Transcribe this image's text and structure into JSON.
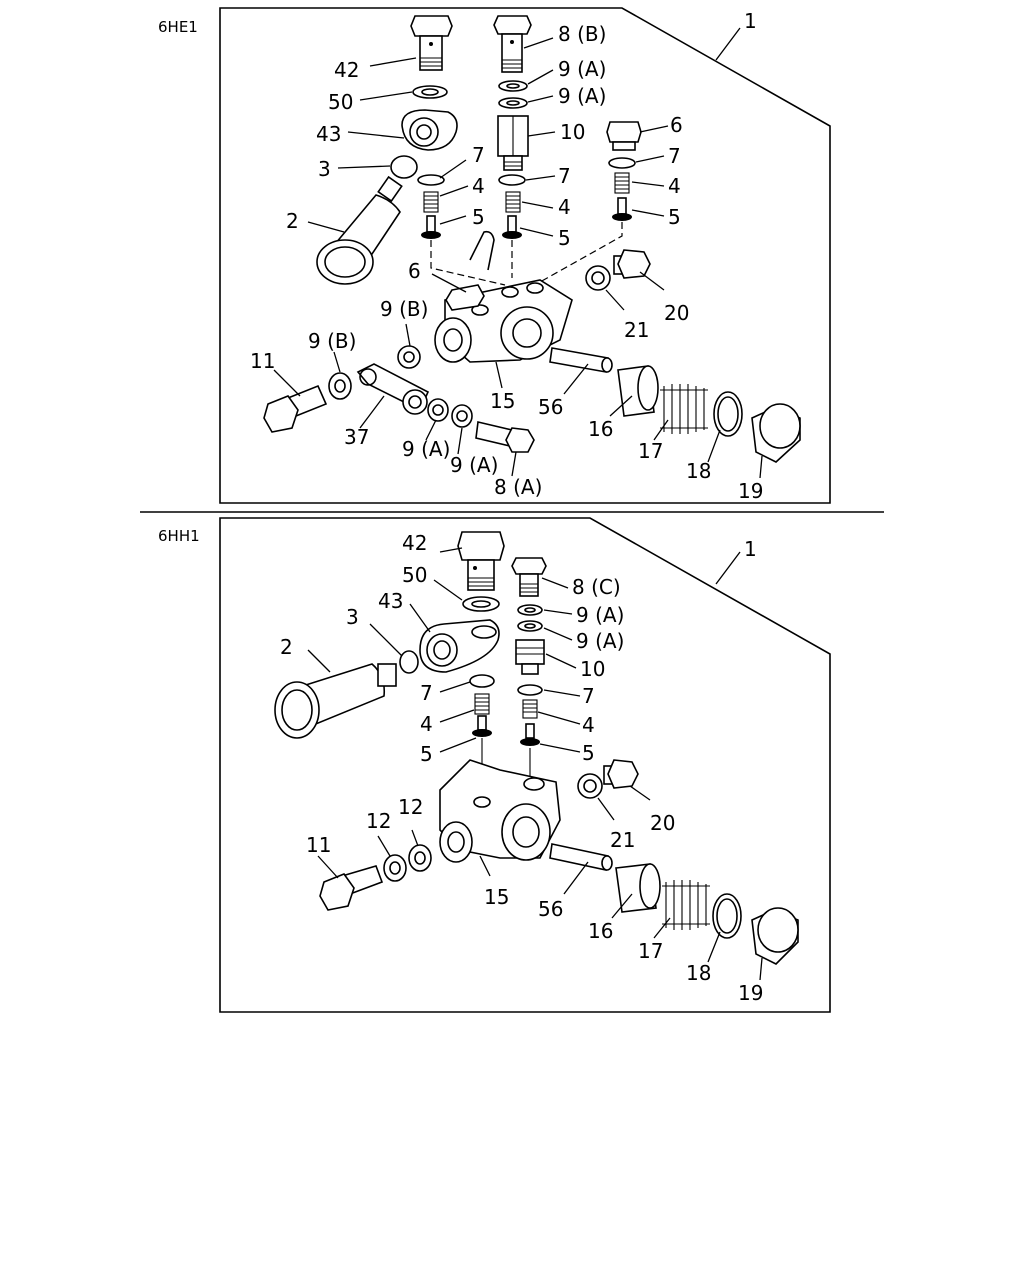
{
  "panels": [
    {
      "id": "top",
      "model_code": "6HE1",
      "labels": [
        "1",
        "42",
        "8 (B)",
        "9 (A)",
        "9 (A)",
        "50",
        "43",
        "10",
        "6",
        "3",
        "7",
        "7",
        "7",
        "4",
        "4",
        "4",
        "5",
        "5",
        "5",
        "2",
        "6",
        "20",
        "21",
        "9 (B)",
        "9 (B)",
        "11",
        "15",
        "56",
        "16",
        "17",
        "18",
        "19",
        "37",
        "9 (A)",
        "9 (A)",
        "8 (A)"
      ]
    },
    {
      "id": "bottom",
      "model_code": "6HH1",
      "labels": [
        "42",
        "8 (C)",
        "1",
        "50",
        "9 (A)",
        "43",
        "3",
        "9 (A)",
        "2",
        "10",
        "7",
        "7",
        "4",
        "4",
        "5",
        "5",
        "20",
        "21",
        "12",
        "12",
        "11",
        "15",
        "56",
        "16",
        "17",
        "18",
        "19"
      ]
    }
  ]
}
